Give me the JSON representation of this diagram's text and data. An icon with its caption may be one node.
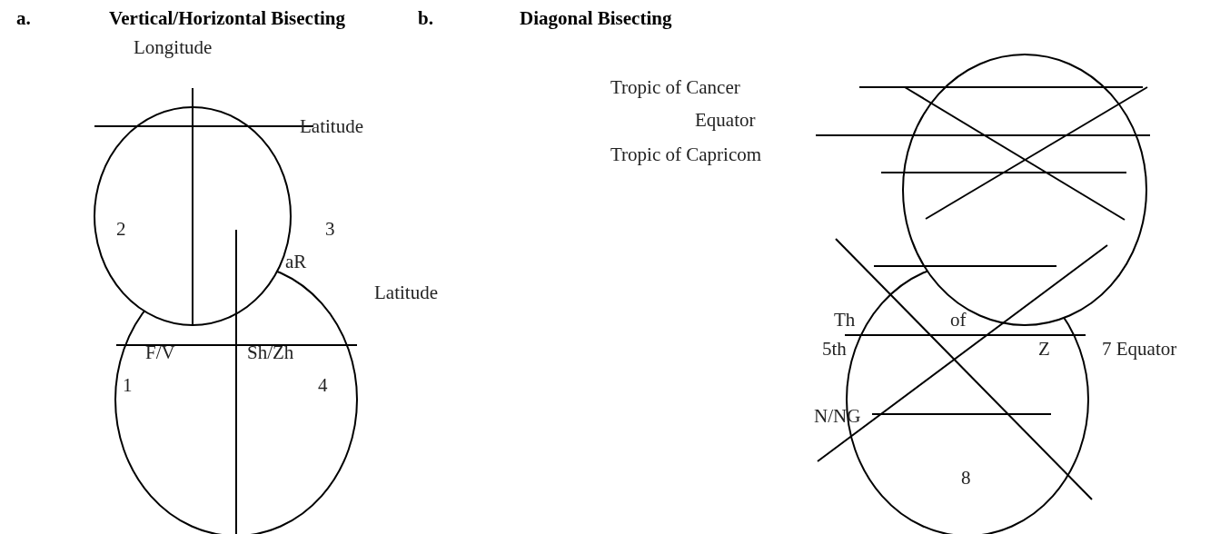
{
  "diagram": {
    "labels": [
      "a.",
      "Vertical/Horizontal Bisecting",
      "b.",
      "Diagonal Bisecting",
      "Longitude",
      "Latitude",
      "2",
      "3",
      "aR",
      "Latitude",
      "F/V",
      "Sh/Zh",
      "1",
      "4",
      "Tropic of Cancer",
      "Equator",
      "Tropic of Capricom",
      "Th",
      "of",
      "5th",
      "Z",
      "7 Equator",
      "N/NG",
      "8"
    ]
  }
}
